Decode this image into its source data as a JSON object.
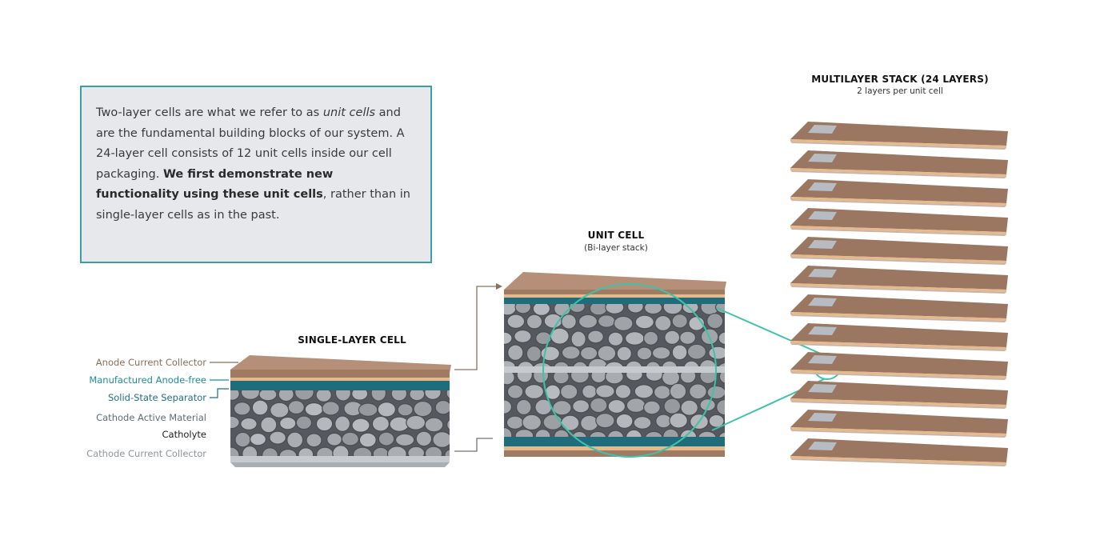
{
  "info_box": {
    "p1": "Two-layer cells are what we refer to as ",
    "p1_em": "unit cells",
    "p2": " and are the fundamental building blocks of our system. A 24-layer cell consists of 12 unit cells inside our cell packaging. ",
    "p2_bold": "We first demonstrate new functionality using these unit cells",
    "p3": ", rather than in single-layer cells as in the past."
  },
  "single_layer": {
    "title": "SINGLE-LAYER CELL",
    "labels": [
      {
        "text": "Anode Current Collector",
        "color": "#8c6d5a"
      },
      {
        "text": "Manufactured Anode-free",
        "color": "#1f8e93"
      },
      {
        "text": "Solid-State Separator",
        "color": "#1f6f86"
      },
      {
        "text": "Cathode Active Material",
        "color": "#5f6b78"
      },
      {
        "text": "Catholyte",
        "color": "#222222"
      },
      {
        "text": "Cathode Current Collector",
        "color": "#8f959b"
      }
    ]
  },
  "unit_cell": {
    "title": "UNIT CELL",
    "subtitle": "(Bi-layer stack)"
  },
  "multilayer": {
    "title": "MULTILAYER STACK (24 LAYERS)",
    "subtitle": "2 layers per unit cell",
    "layer_count": 12
  },
  "colors": {
    "anode": "#9b7660",
    "anode_light": "#b58f77",
    "copper": "#e6b98d",
    "separator": "#1e6c7c",
    "cathode": "#85888e",
    "collector": "#c7cbd0",
    "accent": "#3cc3a8",
    "box_border": "#3a9ea5"
  }
}
